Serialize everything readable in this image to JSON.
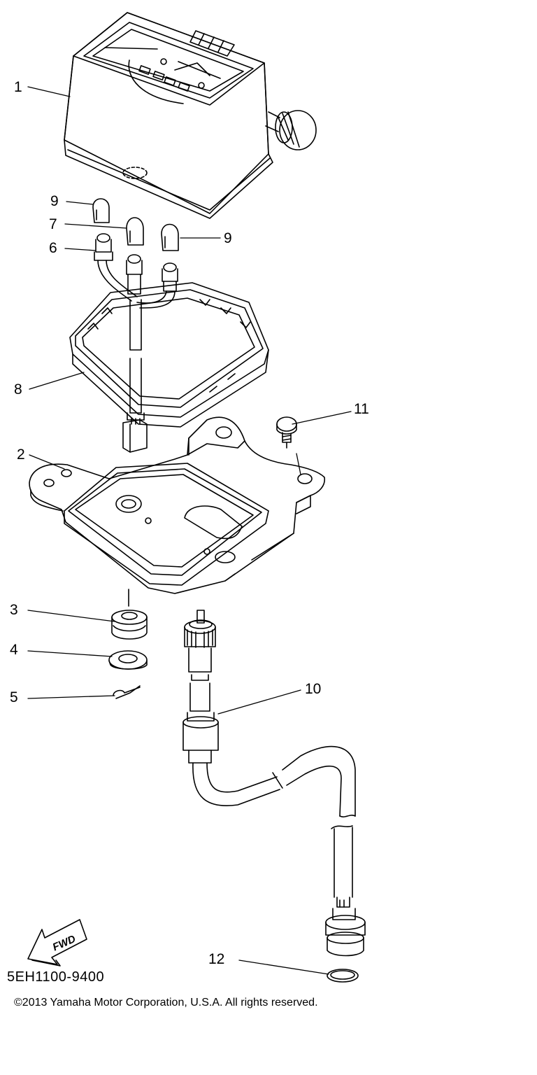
{
  "callouts": {
    "c1": "1",
    "c2": "2",
    "c3": "3",
    "c4": "4",
    "c5": "5",
    "c6": "6",
    "c7": "7",
    "c8": "8",
    "c9a": "9",
    "c9b": "9",
    "c10": "10",
    "c11": "11",
    "c12": "12"
  },
  "fwd_label": "FWD",
  "diagram_code": "5EH1100-9400",
  "copyright": "©2013 Yamaha Motor Corporation, U.S.A. All rights reserved."
}
